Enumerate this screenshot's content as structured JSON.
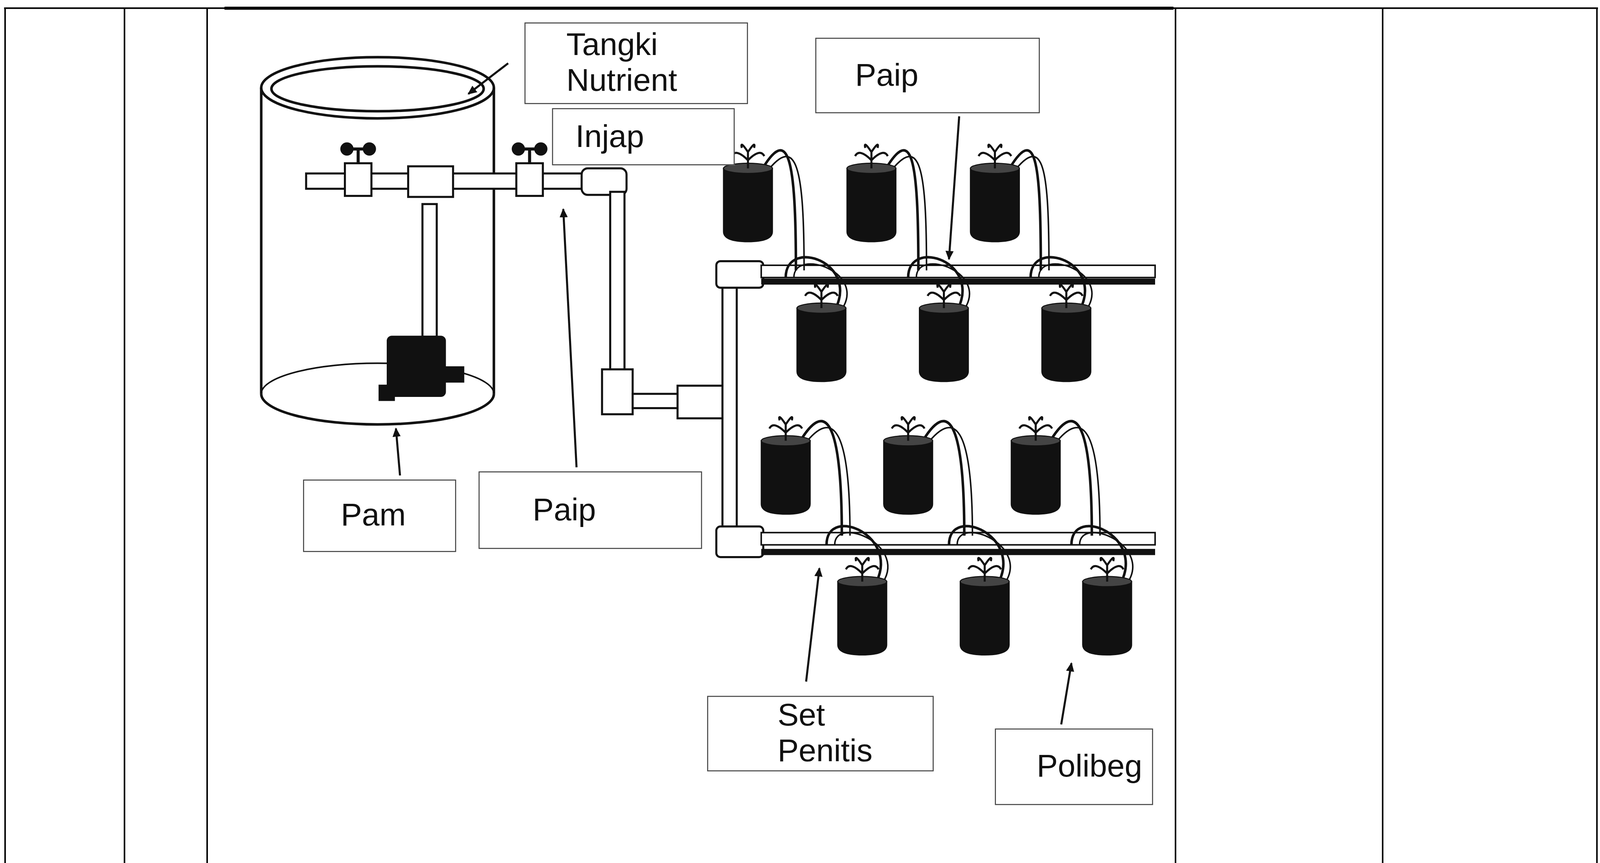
{
  "diagram": {
    "nodes": [
      {
        "text": [
          "Tangki Nutrient"
        ]
      },
      {
        "text": [
          "Injap"
        ]
      },
      {
        "text": [
          "Paip"
        ]
      },
      {
        "text": [
          "Pam"
        ]
      },
      {
        "text": [
          "Paip"
        ]
      },
      {
        "text": [
          "Set Penitis"
        ]
      },
      {
        "text": [
          "Polibeg"
        ]
      }
    ]
  }
}
